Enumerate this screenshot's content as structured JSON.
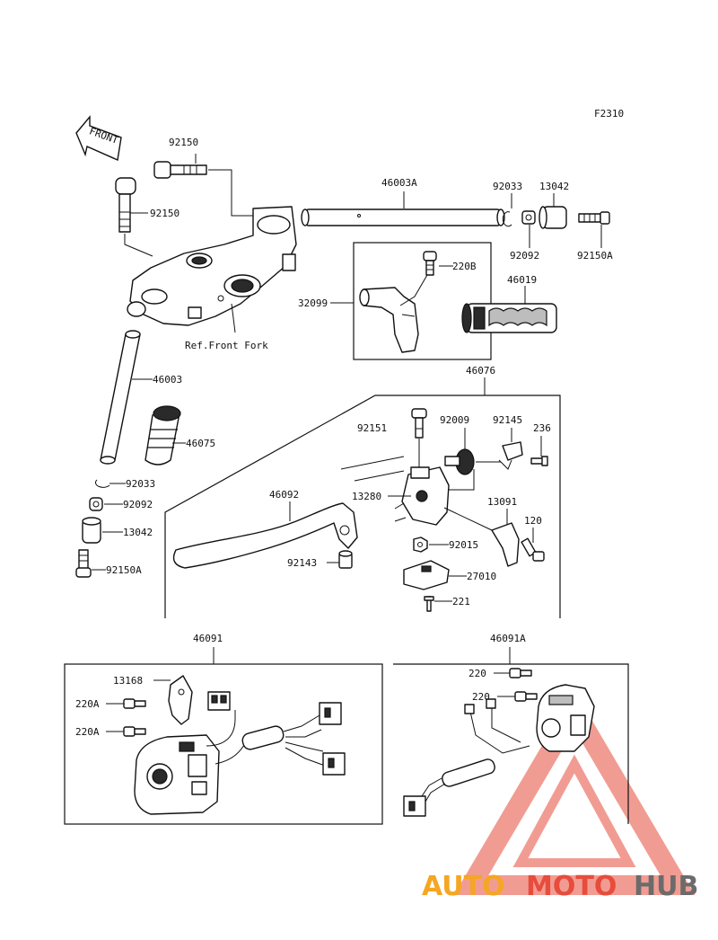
{
  "figure_code": "F2310",
  "front_label": "FRONT",
  "ref_front_fork": "Ref.Front Fork",
  "parts": {
    "p92150_top": "92150",
    "p92150_left": "92150",
    "p46003A": "46003A",
    "p92033_right": "92033",
    "p13042_right": "13042",
    "p92092_right": "92092",
    "p92150A_right": "92150A",
    "p220B": "220B",
    "p32099": "32099",
    "p46019": "46019",
    "p46076": "46076",
    "p46003": "46003",
    "p46075": "46075",
    "p92033_left": "92033",
    "p92092_left": "92092",
    "p13042_left": "13042",
    "p92150A_left": "92150A",
    "p92151": "92151",
    "p92009": "92009",
    "p92145": "92145",
    "p236": "236",
    "p46092": "46092",
    "p13280": "13280",
    "p13091": "13091",
    "p120": "120",
    "p92015": "92015",
    "p92143": "92143",
    "p27010": "27010",
    "p221": "221",
    "p46091": "46091",
    "p46091A": "46091A",
    "p13168": "13168",
    "p220A_1": "220A",
    "p220A_2": "220A",
    "p220_1": "220",
    "p220_2": "220"
  },
  "watermark": {
    "part1": "AUTO",
    "part2": "MOTO",
    "part3": "HUB",
    "color1": "#f5a623",
    "color2": "#e74c3c",
    "color3": "#6b6b6b"
  }
}
